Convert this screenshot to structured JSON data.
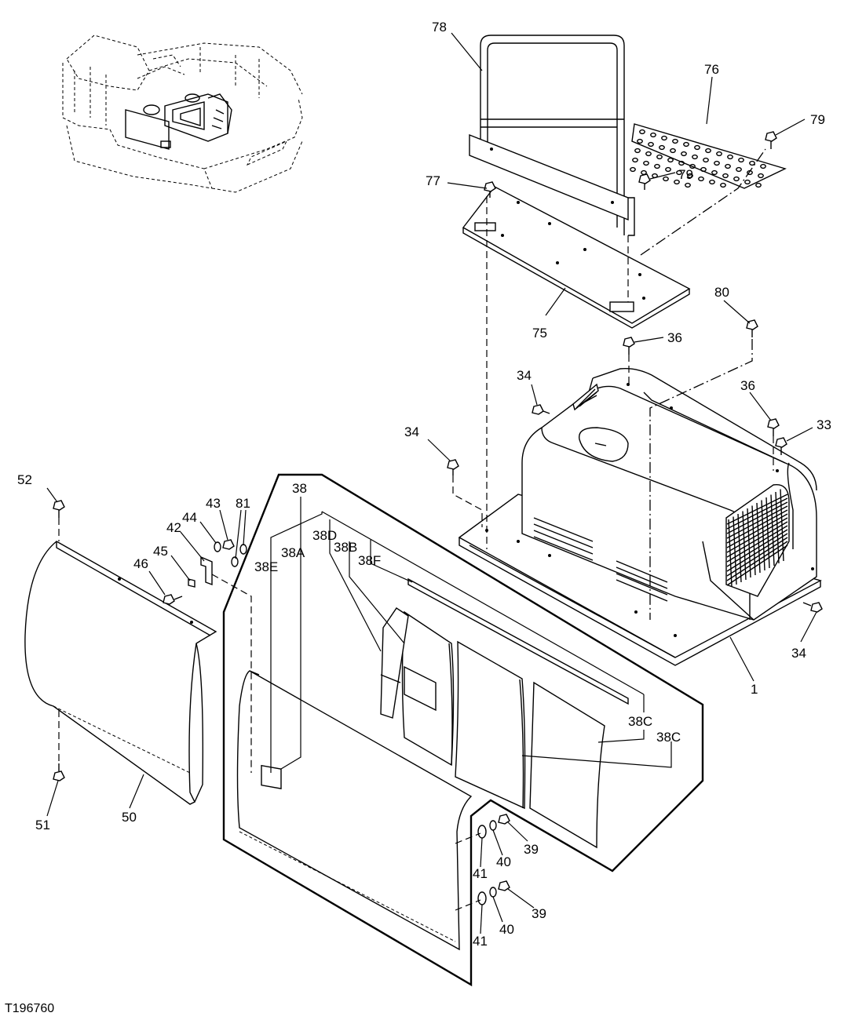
{
  "figure_id": "T196760",
  "callouts": {
    "c1": "1",
    "c33": "33",
    "c34": "34",
    "c36": "36",
    "c38": "38",
    "c38A": "38A",
    "c38B": "38B",
    "c38C": "38C",
    "c38D": "38D",
    "c38E": "38E",
    "c38F": "38F",
    "c39": "39",
    "c40": "40",
    "c41": "41",
    "c42": "42",
    "c43": "43",
    "c44": "44",
    "c45": "45",
    "c46": "46",
    "c50": "50",
    "c51": "51",
    "c52": "52",
    "c75": "75",
    "c76": "76",
    "c77": "77",
    "c78": "78",
    "c79": "79",
    "c80": "80",
    "c81": "81"
  }
}
